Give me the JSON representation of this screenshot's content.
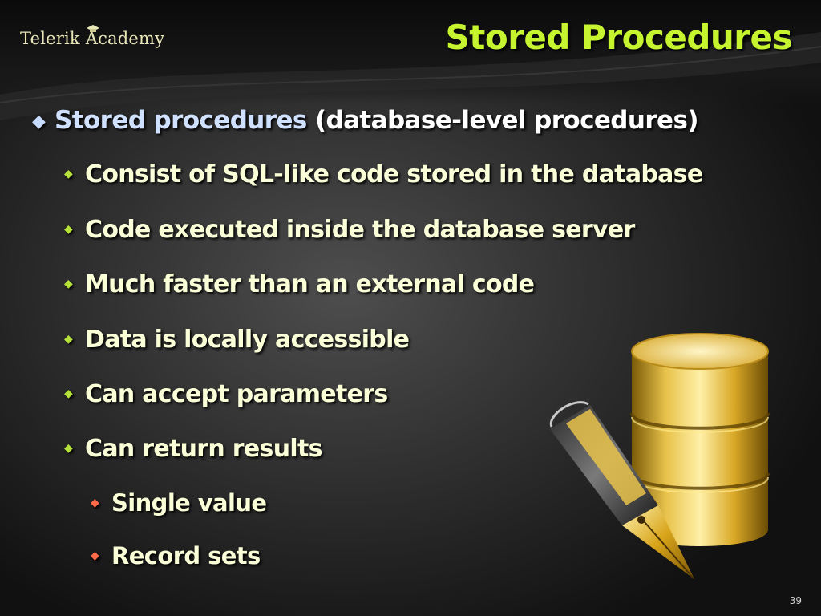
{
  "header": {
    "logo_text": "Telerik Academy",
    "title": "Stored Procedures"
  },
  "content": {
    "main_bullet": {
      "highlight": "Stored procedures",
      "rest": "(database-level procedures)"
    },
    "sub_bullets": [
      "Consist of SQL-like code stored in the database",
      "Code executed inside the database server",
      "Much faster than an external code",
      "Data is locally accessible",
      "Can accept parameters",
      "Can return results"
    ],
    "sub_sub_bullets": [
      "Single value",
      "Record sets"
    ]
  },
  "footer": {
    "page_number": "39"
  },
  "colors": {
    "title": "#c6f530",
    "bullet_text": "#fbffd8",
    "level1_marker": "#c8dcff",
    "level2_marker": "#b6e23a",
    "level3_marker": "#ff6a4a"
  },
  "icons": {
    "illustration": "database-cylinder-with-fountain-pen"
  }
}
